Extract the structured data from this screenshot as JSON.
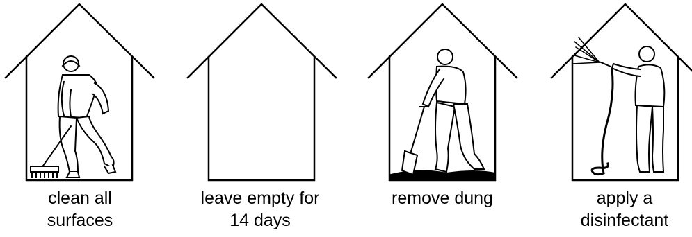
{
  "panels": [
    {
      "caption": [
        "clean all",
        "surfaces"
      ],
      "figure": "worker-sweeping-icon"
    },
    {
      "caption": [
        "leave empty for",
        "14 days"
      ],
      "figure": "empty-house-icon"
    },
    {
      "caption": [
        "remove dung"
      ],
      "figure": "worker-shoveling-icon"
    },
    {
      "caption": [
        "apply a",
        "disinfectant"
      ],
      "figure": "worker-spraying-icon"
    }
  ]
}
